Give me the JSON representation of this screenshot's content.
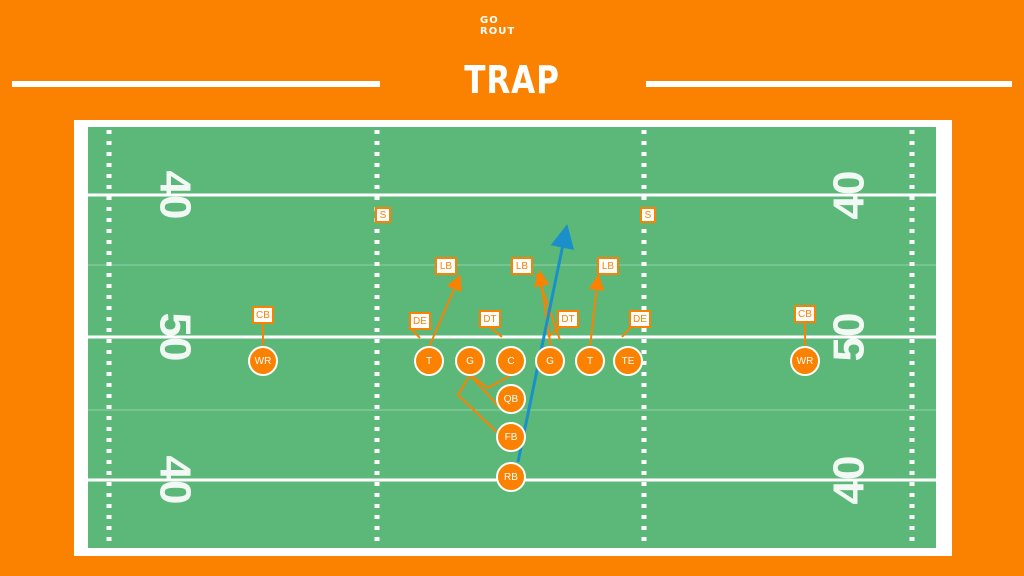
{
  "logo": {
    "line1": "GO",
    "line2": "ROUT"
  },
  "header": {
    "title": "TRAP"
  },
  "field": {
    "yard_numbers": [
      "40",
      "50",
      "40"
    ],
    "colors": {
      "background": "#fb8200",
      "field": "#5cb878",
      "lines": "#ffffff",
      "player": "#fb8200",
      "ball_path": "#1b8fc9"
    }
  },
  "defense": {
    "players": [
      {
        "label": "S"
      },
      {
        "label": "S"
      },
      {
        "label": "LB"
      },
      {
        "label": "LB"
      },
      {
        "label": "LB"
      },
      {
        "label": "DE"
      },
      {
        "label": "DT"
      },
      {
        "label": "DT"
      },
      {
        "label": "DE"
      },
      {
        "label": "CB"
      },
      {
        "label": "CB"
      }
    ]
  },
  "offense": {
    "players": [
      {
        "label": "WR"
      },
      {
        "label": "T"
      },
      {
        "label": "G"
      },
      {
        "label": "C"
      },
      {
        "label": "G"
      },
      {
        "label": "T"
      },
      {
        "label": "TE"
      },
      {
        "label": "WR"
      },
      {
        "label": "QB"
      },
      {
        "label": "FB"
      },
      {
        "label": "RB"
      }
    ]
  }
}
